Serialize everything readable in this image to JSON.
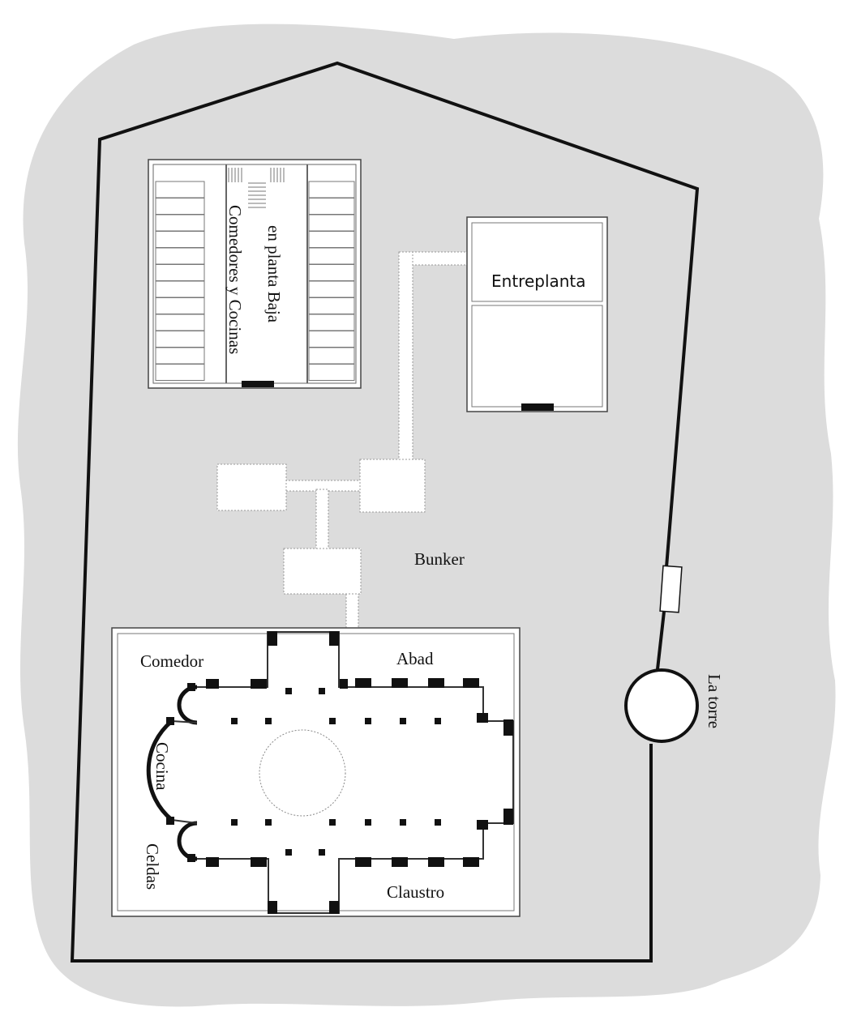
{
  "colors": {
    "terrain": "#dcdcdc",
    "wall": "#111111",
    "building_fill": "#ffffff",
    "outline": "#444444"
  },
  "labels": {
    "comedores_line1": "en planta Baja",
    "comedores_line2": "Comedores y Cocinas",
    "entreplanta": "Entreplanta",
    "bunker": "Bunker",
    "comedor": "Comedor",
    "abad": "Abad",
    "cocina": "Cocina",
    "celdas": "Celdas",
    "claustro": "Claustro",
    "torre": "La torre"
  }
}
